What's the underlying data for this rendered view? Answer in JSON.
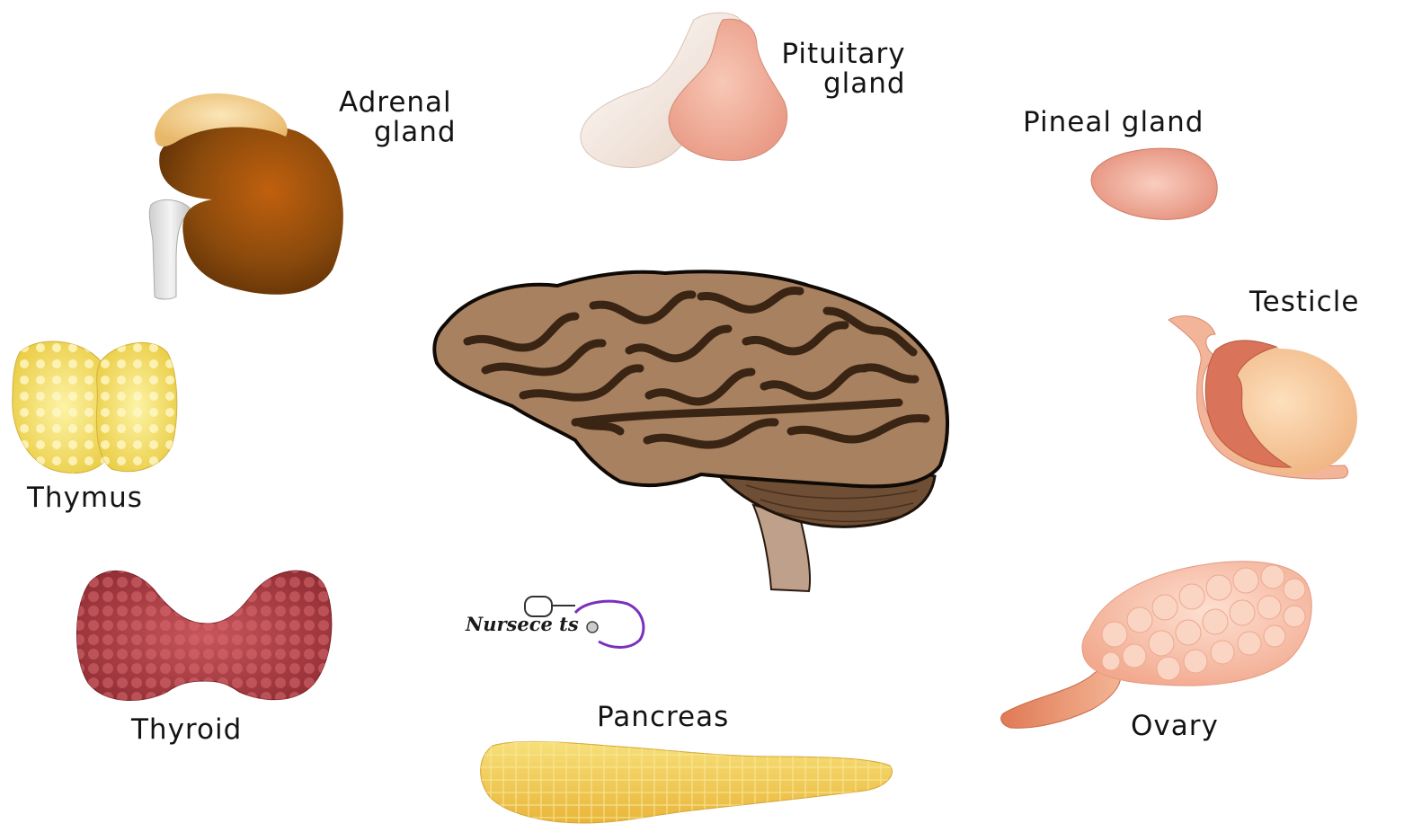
{
  "labels": {
    "adrenal": [
      "Adrenal",
      "gland"
    ],
    "pituitary": [
      "Pituitary",
      "gland"
    ],
    "pineal": "Pineal gland",
    "testicle": "Testicle",
    "thymus": "Thymus",
    "thyroid": "Thyroid",
    "pancreas": "Pancreas",
    "ovary": "Ovary"
  },
  "logo": {
    "text": "Nursece ts"
  },
  "colors": {
    "brain": "#a88160",
    "brain_sulci": "#3a2414",
    "kidney": "#8a4a0c",
    "adrenal": "#f2cf92",
    "pituitary_front": "#f3b3a0",
    "pituitary_back": "#f4e8df",
    "pineal": "#f1aa98",
    "testicle": "#f6c99a",
    "epididymis": "#d9735a",
    "thymus": "#f4e37a",
    "thyroid": "#b8474e",
    "pancreas": "#f0cc4e",
    "ovary": "#f8c8b4",
    "logo_ring": "#7b2fbe"
  }
}
